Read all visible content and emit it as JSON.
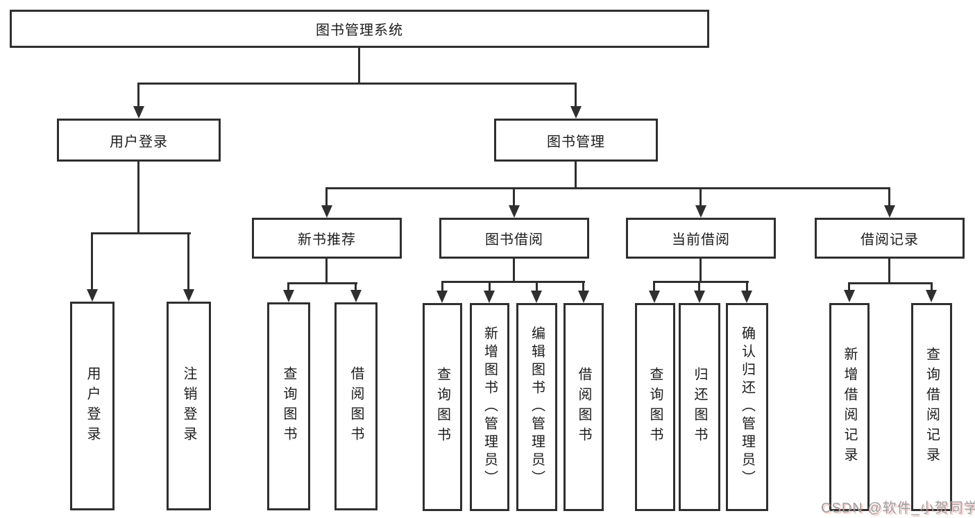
{
  "tree": {
    "root": "图书管理系统",
    "user_login": {
      "label": "用户登录",
      "children": {
        "login": "用户登录",
        "logout": "注销登录"
      }
    },
    "book_mgmt": {
      "label": "图书管理",
      "children": {
        "new_book": {
          "label": "新书推荐",
          "children": {
            "query": "查询图书",
            "borrow": "借阅图书"
          }
        },
        "book_borrow": {
          "label": "图书借阅",
          "children": {
            "query": "查询图书",
            "add": "新增图书（管理员）",
            "edit": "编辑图书（管理员）",
            "borrow": "借阅图书"
          }
        },
        "current_borrow": {
          "label": "当前借阅",
          "children": {
            "query": "查询图书",
            "return": "归还图书",
            "confirm": "确认归还（管理员）"
          }
        },
        "borrow_record": {
          "label": "借阅记录",
          "children": {
            "add": "新增借阅记录",
            "query": "查询借阅记录"
          }
        }
      }
    }
  },
  "watermark": "CSDN @软件_小贺同学",
  "colors": {
    "line": "#2f2f2f",
    "text": "#1c1c1c",
    "watermark": "#9e9e9e",
    "background": "#ffffff"
  }
}
